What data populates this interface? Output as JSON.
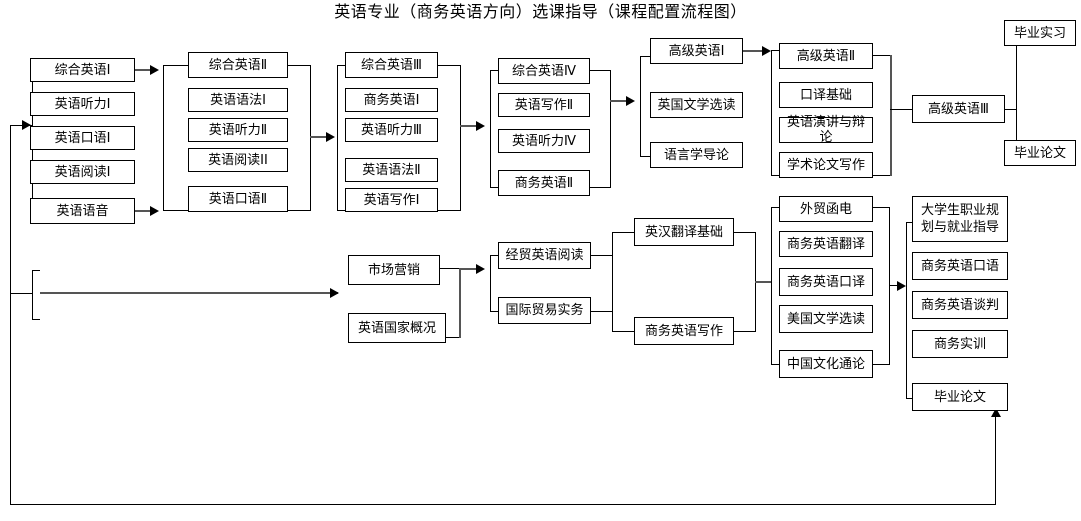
{
  "title": "英语专业（商务英语方向）选课指导（课程配置流程图）",
  "diagram": {
    "type": "flowchart",
    "orientation": "left-to-right",
    "columns": [
      {
        "id": "col1",
        "name": "semester-1",
        "nodes": [
          {
            "label": "综合英语Ⅰ"
          },
          {
            "label": "英语听力Ⅰ"
          },
          {
            "label": "英语口语Ⅰ"
          },
          {
            "label": "英语阅读Ⅰ"
          },
          {
            "label": "英语语音"
          }
        ]
      },
      {
        "id": "col2",
        "name": "semester-2",
        "nodes": [
          {
            "label": "综合英语Ⅱ"
          },
          {
            "label": "英语语法Ⅰ"
          },
          {
            "label": "英语听力Ⅱ"
          },
          {
            "label": "英语阅读ⅠⅠ"
          },
          {
            "label": "英语口语Ⅱ"
          }
        ]
      },
      {
        "id": "col3",
        "name": "semester-3",
        "nodes": [
          {
            "label": "综合英语Ⅲ"
          },
          {
            "label": "商务英语Ⅰ"
          },
          {
            "label": "英语听力Ⅲ"
          },
          {
            "label": "英语语法Ⅱ"
          },
          {
            "label": "英语写作Ⅰ"
          }
        ]
      },
      {
        "id": "col4",
        "name": "semester-4",
        "nodes": [
          {
            "label": "综合英语Ⅳ"
          },
          {
            "label": "英语写作Ⅱ"
          },
          {
            "label": "英语听力Ⅳ"
          },
          {
            "label": "商务英语Ⅱ"
          }
        ]
      },
      {
        "id": "col5",
        "name": "semester-5-upper",
        "nodes": [
          {
            "label": "高级英语Ⅰ"
          },
          {
            "label": "英国文学选读"
          },
          {
            "label": "语言学导论"
          }
        ]
      },
      {
        "id": "col6",
        "name": "semester-6-upper",
        "nodes": [
          {
            "label": "高级英语Ⅱ"
          },
          {
            "label": "口译基础"
          },
          {
            "label": "英语演讲与辩论"
          },
          {
            "label": "学术论文写作"
          }
        ]
      },
      {
        "id": "col7",
        "name": "semester-7-upper",
        "nodes": [
          {
            "label": "高级英语Ⅲ"
          }
        ]
      },
      {
        "id": "col8",
        "name": "graduation-upper",
        "nodes": [
          {
            "label": "毕业实习"
          },
          {
            "label": "毕业论文"
          }
        ]
      },
      {
        "id": "colB1",
        "name": "business-track-1",
        "nodes": [
          {
            "label": "市场营销"
          },
          {
            "label": "英语国家概况"
          }
        ]
      },
      {
        "id": "colB2",
        "name": "business-track-2",
        "nodes": [
          {
            "label": "经贸英语阅读"
          },
          {
            "label": "国际贸易实务"
          }
        ]
      },
      {
        "id": "colB3",
        "name": "business-track-3",
        "nodes": [
          {
            "label": "英汉翻译基础"
          },
          {
            "label": "商务英语写作"
          }
        ]
      },
      {
        "id": "colB4",
        "name": "business-track-4",
        "nodes": [
          {
            "label": "外贸函电"
          },
          {
            "label": "商务英语翻译"
          },
          {
            "label": "商务英语口译"
          },
          {
            "label": "美国文学选读"
          },
          {
            "label": "中国文化通论"
          }
        ]
      },
      {
        "id": "colB5",
        "name": "business-track-5",
        "nodes": [
          {
            "label": "大学生职业规划划与就业指导",
            "line1": "大学生职业规",
            "line2": "划与就业指导"
          },
          {
            "label": "商务英语口语"
          },
          {
            "label": "商务英语谈判"
          },
          {
            "label": "商务实训"
          },
          {
            "label": "毕业论文"
          }
        ]
      }
    ]
  },
  "colors": {
    "stroke": "#000000",
    "thick_stroke": "#555555",
    "background": "#ffffff"
  }
}
